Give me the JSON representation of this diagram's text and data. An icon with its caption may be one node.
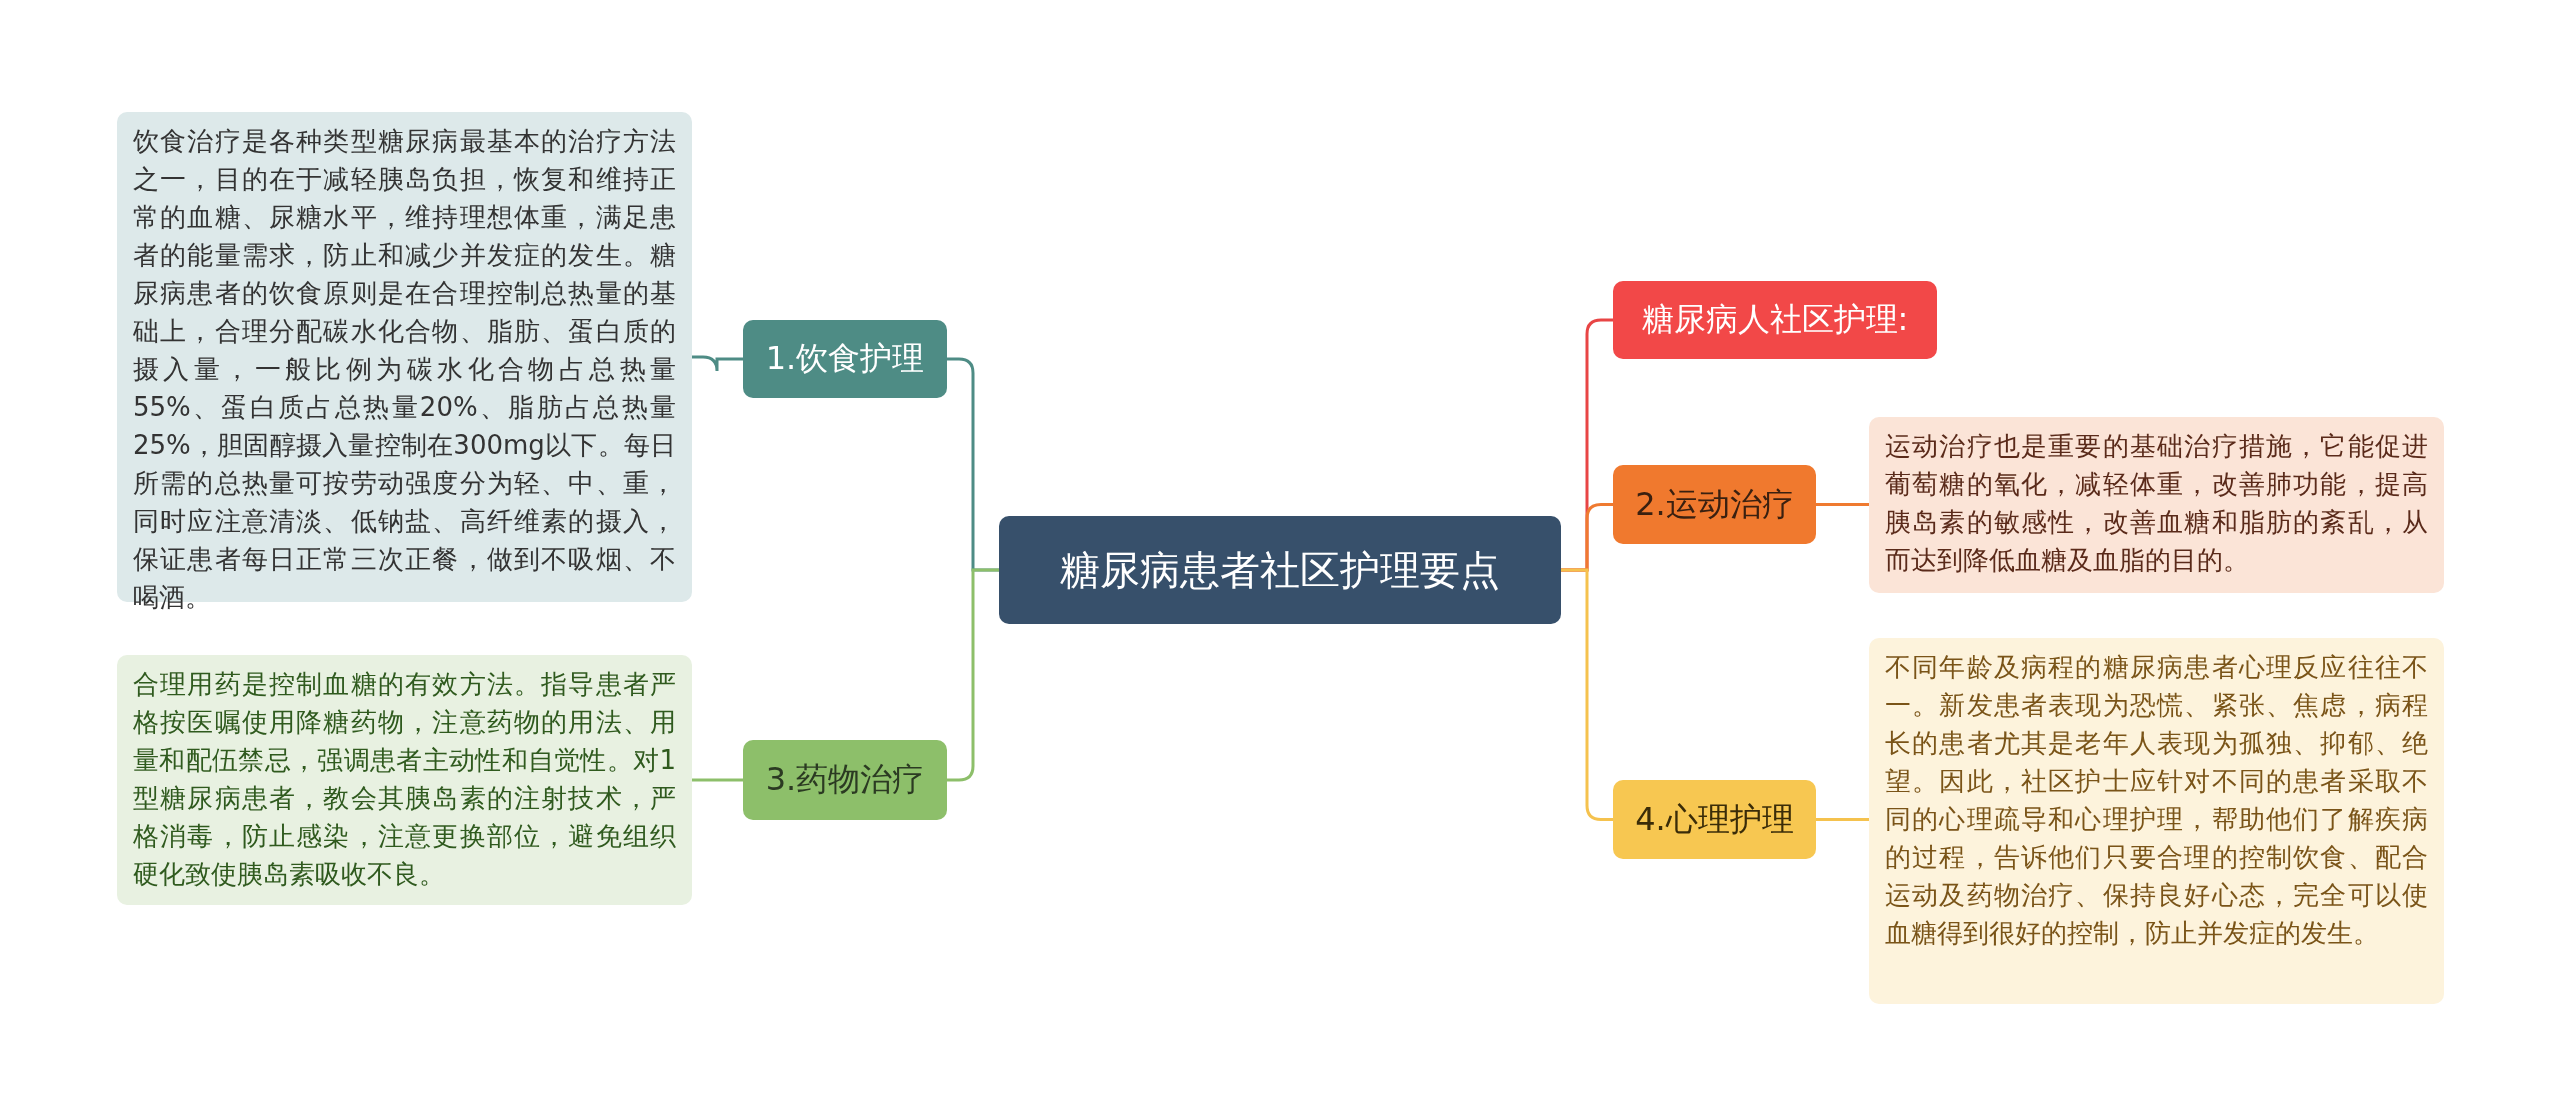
{
  "diagram": {
    "nodes": [
      {
        "text": [
          "糖尿病患者社区护理要点"
        ]
      },
      {
        "text": [
          "1.饮食护理"
        ]
      },
      {
        "text": [
          "饮食治疗是各种类型糖尿病最基本的治疗方法之一，目的在于减轻胰岛负担，恢复和维持正常的血糖、尿糖水平，维持理想体重，满足患者的能量需求，防止和减少并发症的发生。糖尿病患者的饮食原则是在合理控制总热量的基础上，合理分配碳水化合物、脂肪、蛋白质的摄入量，一般比例为碳水化合物占总热量55%、蛋白质占总热量20%、脂肪占总热量25%，胆固醇摄入量控制在300mg以下。每日所需的总热量可按劳动强度分为轻、中、重，同时应注意清淡、低钠盐、高纤维素的摄入，保证患者每日正常三次正餐，做到不吸烟、不喝酒。"
        ]
      },
      {
        "text": [
          "3.药物治疗"
        ]
      },
      {
        "text": [
          "合理用药是控制血糖的有效方法。指导患者严格按医嘱使用降糖药物，注意药物的用法、用量和配伍禁忌，强调患者主动性和自觉性。对1型糖尿病患者，教会其胰岛素的注射技术，严格消毒，防止感染，注意更换部位，避免组织硬化致使胰岛素吸收不良。"
        ]
      },
      {
        "text": [
          "糖尿病人社区护理:"
        ]
      },
      {
        "text": [
          "2.运动治疗"
        ]
      },
      {
        "text": [
          "运动治疗也是重要的基础治疗措施，它能促进葡萄糖的氧化，减轻体重，改善肺功能，提高胰岛素的敏感性，改善血糖和脂肪的紊乱，从而达到降低血糖及血脂的目的。"
        ]
      },
      {
        "text": [
          "4.心理护理"
        ]
      },
      {
        "text": [
          "不同年龄及病程的糖尿病患者心理反应往往不一。新发患者表现为恐慌、紧张、焦虑，病程长的患者尤其是老年人表现为孤独、抑郁、绝望。因此，社区护士应针对不同的患者采取不同的心理疏导和心理护理，帮助他们了解疾病的过程，告诉他们只要合理的控制饮食、配合运动及药物治疗、保持良好心态，完全可以使血糖得到很好的控制，防止并发症的发生。"
        ]
      }
    ],
    "edges": [
      {
        "from": 0,
        "to": 1,
        "arrow": "none",
        "color": "#4e8c85"
      },
      {
        "from": 1,
        "to": 2,
        "arrow": "none",
        "color": "#4e8c85"
      },
      {
        "from": 0,
        "to": 3,
        "arrow": "none",
        "color": "#8dbf6a"
      },
      {
        "from": 3,
        "to": 4,
        "arrow": "none",
        "color": "#8dbf6a"
      },
      {
        "from": 0,
        "to": 5,
        "arrow": "none",
        "color": "#e84545"
      },
      {
        "from": 0,
        "to": 6,
        "arrow": "none",
        "color": "#ef7a30"
      },
      {
        "from": 6,
        "to": 7,
        "arrow": "none",
        "color": "#ef7a30"
      },
      {
        "from": 0,
        "to": 8,
        "arrow": "none",
        "color": "#f5c24e"
      },
      {
        "from": 8,
        "to": 9,
        "arrow": "none",
        "color": "#f5c24e"
      }
    ]
  }
}
